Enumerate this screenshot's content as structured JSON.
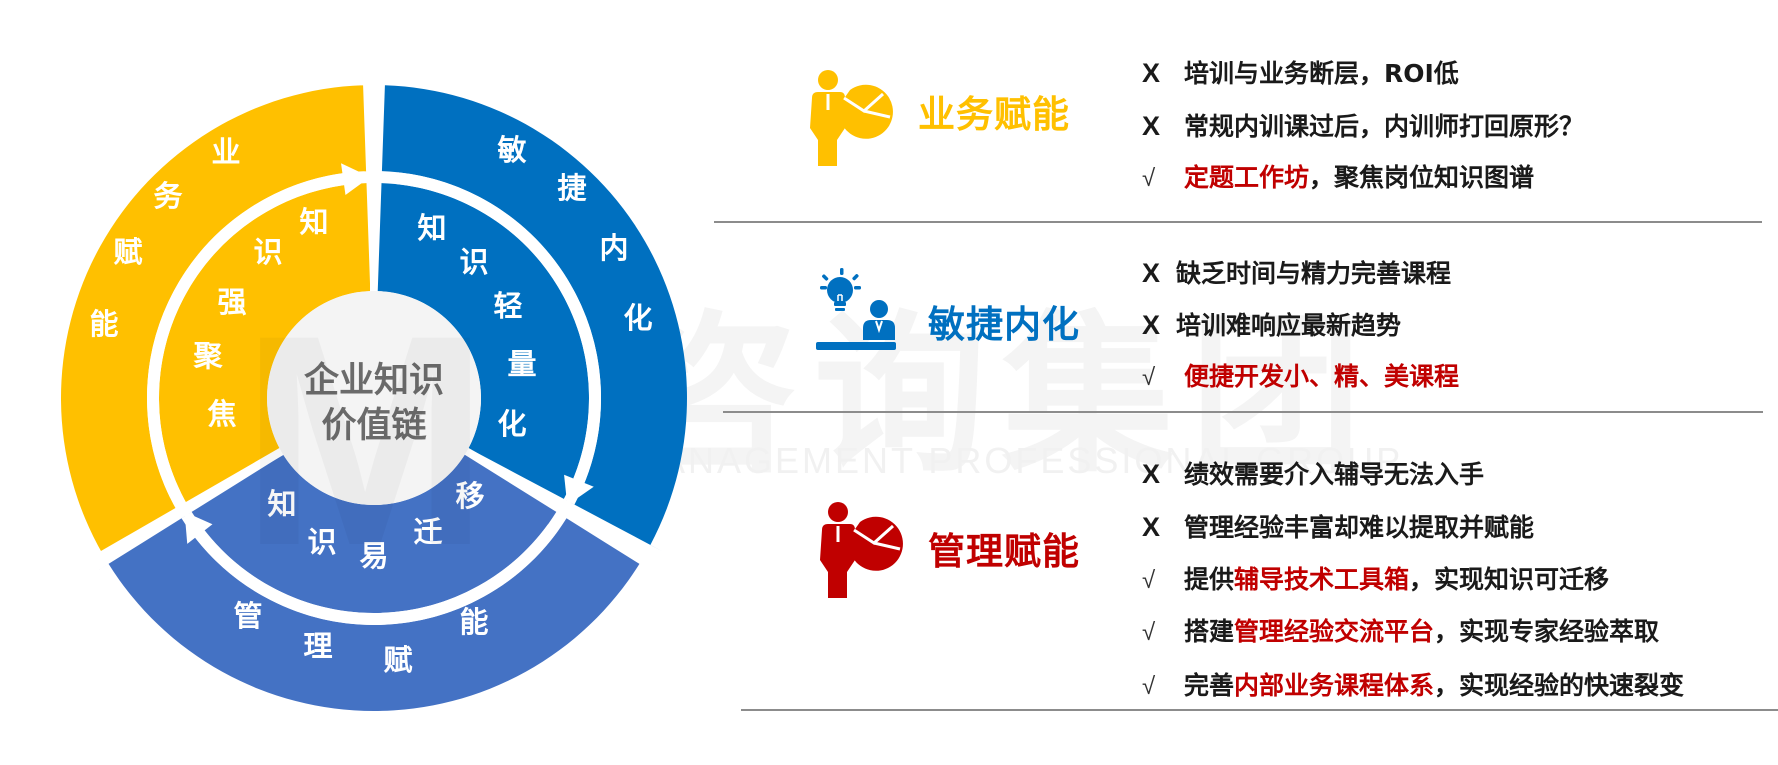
{
  "colors": {
    "yellow": "#FFC000",
    "blue": "#0070C0",
    "blue_light": "#4472C4",
    "red": "#C00000",
    "center_fill": "#F4F4F4",
    "center_text": "#6B6B6B",
    "divider": "#8C8C8C"
  },
  "watermark": {
    "cn": "中大咨询集团",
    "en": "MANAGEMENT PROFESSIONAL GROUP",
    "logo": "M"
  },
  "cycle": {
    "center": {
      "line1": "企业知识",
      "line2": "价值链"
    },
    "segments": [
      {
        "id": "business",
        "color": "yellow",
        "outer": [
          "业",
          "务",
          "赋",
          "能"
        ],
        "inner": [
          "知",
          "识",
          "强",
          "聚",
          "焦"
        ]
      },
      {
        "id": "agile",
        "color": "blue",
        "outer": [
          "敏",
          "捷",
          "内",
          "化"
        ],
        "inner": [
          "知",
          "识",
          "轻",
          "量",
          "化"
        ]
      },
      {
        "id": "management",
        "color": "blue_light",
        "outer": [
          "管",
          "理",
          "赋",
          "能"
        ],
        "inner": [
          "知",
          "识",
          "易",
          "迁",
          "移"
        ]
      }
    ]
  },
  "sections": [
    {
      "title": "业务赋能",
      "color": "#FFC000",
      "icon": "presenter-pie-chart-icon",
      "items": [
        {
          "mark": "X",
          "parts": [
            {
              "text": "培训与业务断层，ROI低",
              "hl": false
            }
          ]
        },
        {
          "mark": "X",
          "parts": [
            {
              "text": "常规内训课过后，内训师打回原形？",
              "hl": false
            }
          ]
        },
        {
          "mark": "√",
          "parts": [
            {
              "text": "定题工作坊",
              "hl": true
            },
            {
              "text": "，聚焦岗位知识图谱",
              "hl": false
            }
          ]
        }
      ]
    },
    {
      "title": "敏捷内化",
      "color": "#0070C0",
      "icon": "lightbulb-person-desk-icon",
      "items": [
        {
          "mark": "X",
          "parts": [
            {
              "text": "缺乏时间与精力完善课程",
              "hl": false
            }
          ]
        },
        {
          "mark": "X",
          "parts": [
            {
              "text": "培训难响应最新趋势",
              "hl": false
            }
          ]
        },
        {
          "mark": "√",
          "parts": [
            {
              "text": "便捷开发小、精、美课程",
              "hl": true
            }
          ]
        }
      ]
    },
    {
      "title": "管理赋能",
      "color": "#C00000",
      "icon": "presenter-pie-chart-icon",
      "items": [
        {
          "mark": "X",
          "parts": [
            {
              "text": "绩效需要介入辅导无法入手",
              "hl": false
            }
          ]
        },
        {
          "mark": "X",
          "parts": [
            {
              "text": "管理经验丰富却难以提取并赋能",
              "hl": false
            }
          ]
        },
        {
          "mark": "√",
          "parts": [
            {
              "text": "提供",
              "hl": false
            },
            {
              "text": "辅导技术工具箱",
              "hl": true
            },
            {
              "text": "，实现知识可迁移",
              "hl": false
            }
          ]
        },
        {
          "mark": "√",
          "parts": [
            {
              "text": "搭建",
              "hl": false
            },
            {
              "text": "管理经验交流平台",
              "hl": true
            },
            {
              "text": "，实现专家经验萃取",
              "hl": false
            }
          ]
        },
        {
          "mark": "√",
          "parts": [
            {
              "text": "完善",
              "hl": false
            },
            {
              "text": "内部业务课程体系",
              "hl": true
            },
            {
              "text": "，实现经验的快速裂变",
              "hl": false
            }
          ]
        }
      ]
    }
  ]
}
